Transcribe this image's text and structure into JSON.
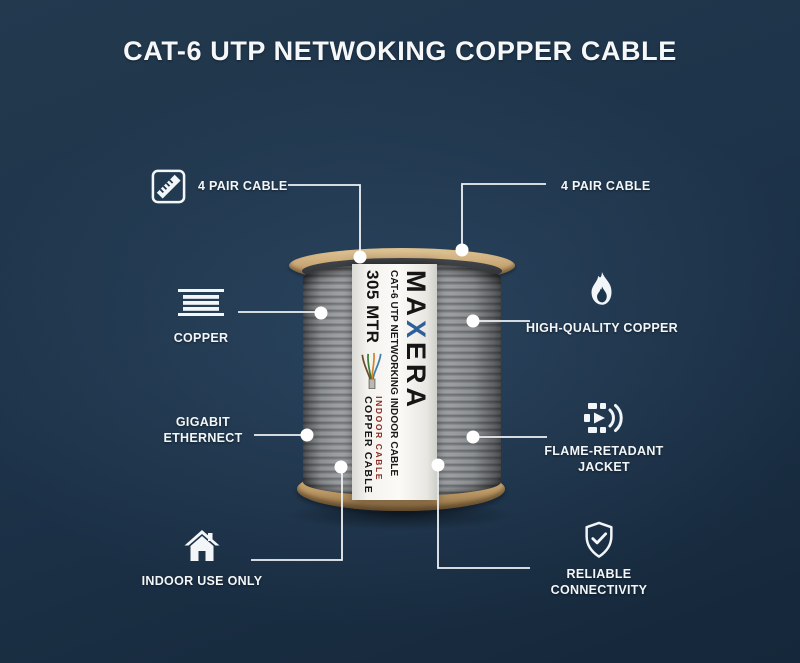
{
  "title": "CAT-6 UTP NETWOKING COPPER CABLE",
  "colors": {
    "background": "#1d3349",
    "line_and_text": "#f3f6f8",
    "wood": "#c8a674",
    "cable_gray": "#97999c",
    "brand_x_blue": "#2e5f99",
    "label_red": "#8a2b1f"
  },
  "features": {
    "left": [
      {
        "label": "4 PAIR CABLE",
        "icon": "ruler-icon"
      },
      {
        "label": "COPPER",
        "icon": "coil-icon"
      },
      {
        "lines": [
          "GIGABIT",
          "ETHERNECT"
        ]
      },
      {
        "label": "INDOOR USE ONLY",
        "icon": "house-icon"
      }
    ],
    "right": [
      {
        "label": "4 PAIR CABLE"
      },
      {
        "label": "HIGH-QUALITY COPPER",
        "icon": "flame-icon"
      },
      {
        "lines": [
          "FLAME-RETADANT",
          "JACKET"
        ],
        "icon": "signal-plug-icon"
      },
      {
        "lines": [
          "RELIABLE",
          "CONNECTIVITY"
        ],
        "icon": "shield-check-icon"
      }
    ]
  },
  "spool_label": {
    "brand_prefix": "MA",
    "brand_x": "X",
    "brand_suffix": "ERA",
    "product_line": "CAT-6 UTP NETWORKING INDOOR CABLE",
    "type_line": "INDOOR CABLE",
    "material_line": "COPPER CABLE",
    "length": "305 MTR"
  }
}
